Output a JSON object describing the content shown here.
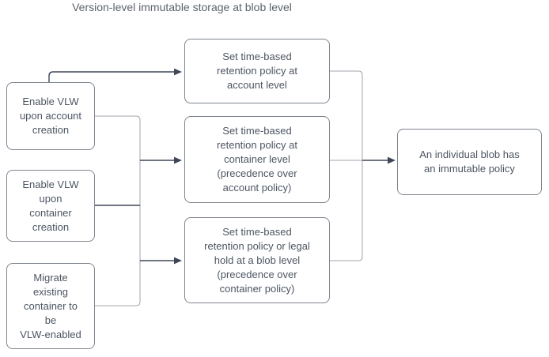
{
  "title": "Version-level immutable storage at blob level",
  "colors": {
    "node_border": "#7f858e",
    "node_fill": "#ffffff",
    "node_text": "#4d5562",
    "title_text": "#5c626d",
    "connector_light": "#a2a6ac",
    "connector_dark": "#3e4757",
    "background": "#ffffff"
  },
  "nodes": {
    "enable_vlw_account": {
      "label": "Enable VLW\nupon account\ncreation"
    },
    "enable_vlw_container": {
      "label": "Enable VLW\nupon\ncontainer\ncreation"
    },
    "migrate_existing": {
      "label": "Migrate\nexisting\ncontainer to\nbe\nVLW-enabled"
    },
    "retention_account": {
      "label": "Set time-based\nretention policy at\naccount level"
    },
    "retention_container": {
      "label": "Set time-based\nretention policy at\ncontainer level\n(precedence over\naccount policy)"
    },
    "retention_blob": {
      "label": "Set time-based\nretention policy or legal\nhold at a blob level\n(precedence over\ncontainer policy)"
    },
    "result_blob": {
      "label": "An individual blob has\nan immutable policy"
    }
  },
  "edges": [
    {
      "from": "enable_vlw_account",
      "to": "retention_account"
    },
    {
      "from": "enable_vlw_account",
      "to": "retention_container"
    },
    {
      "from": "enable_vlw_account",
      "to": "retention_blob"
    },
    {
      "from": "enable_vlw_container",
      "to": "retention_container"
    },
    {
      "from": "enable_vlw_container",
      "to": "retention_blob"
    },
    {
      "from": "migrate_existing",
      "to": "retention_container"
    },
    {
      "from": "migrate_existing",
      "to": "retention_blob"
    },
    {
      "from": "retention_account",
      "to": "result_blob"
    },
    {
      "from": "retention_container",
      "to": "result_blob"
    },
    {
      "from": "retention_blob",
      "to": "result_blob"
    }
  ]
}
